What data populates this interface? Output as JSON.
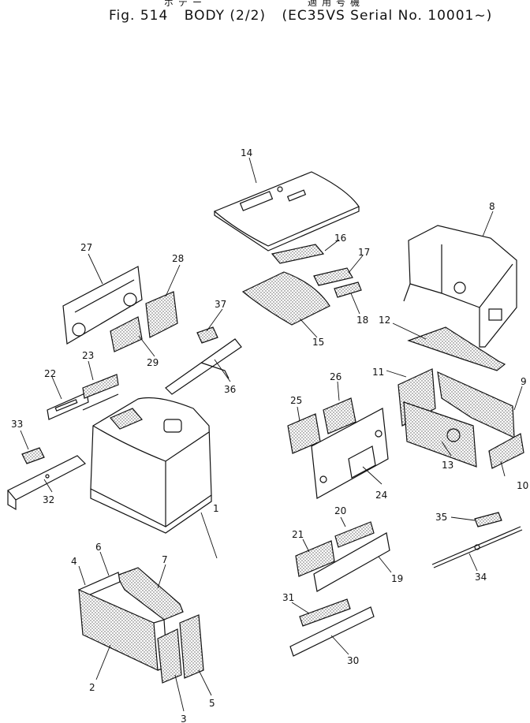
{
  "header": {
    "jp_left": "ボデー",
    "jp_right": "適用号機",
    "fig_no": "Fig. 514",
    "part_name": "BODY (2/2)",
    "serial": "(EC35VS Serial No. 10001~)"
  },
  "callouts": [
    "1",
    "2",
    "3",
    "4",
    "5",
    "6",
    "7",
    "8",
    "9",
    "10",
    "11",
    "12",
    "13",
    "14",
    "15",
    "16",
    "17",
    "18",
    "19",
    "20",
    "21",
    "22",
    "23",
    "24",
    "25",
    "26",
    "27",
    "28",
    "29",
    "30",
    "31",
    "32",
    "33",
    "34",
    "35",
    "36",
    "37"
  ]
}
